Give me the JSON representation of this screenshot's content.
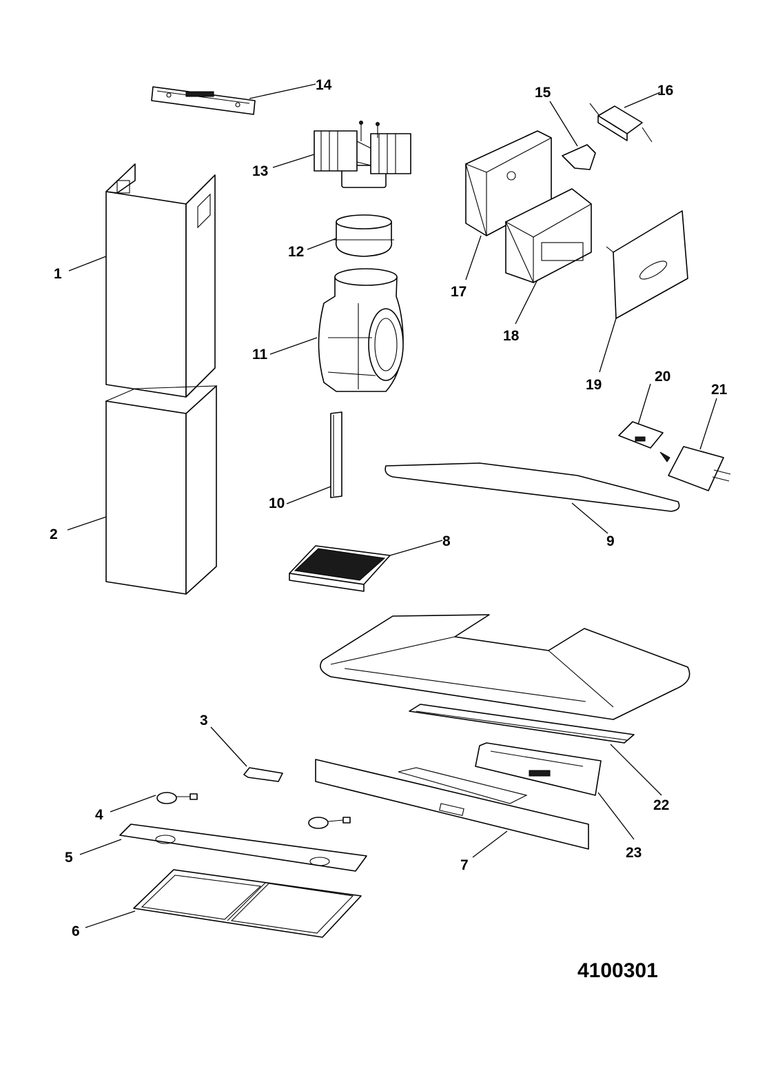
{
  "document_number": "4100301",
  "callouts": {
    "c1": "1",
    "c2": "2",
    "c3": "3",
    "c4": "4",
    "c5": "5",
    "c6": "6",
    "c7": "7",
    "c8": "8",
    "c9": "9",
    "c10": "10",
    "c11": "11",
    "c12": "12",
    "c13": "13",
    "c14": "14",
    "c15": "15",
    "c16": "16",
    "c17": "17",
    "c18": "18",
    "c19": "19",
    "c20": "20",
    "c21": "21",
    "c22": "22",
    "c23": "23"
  },
  "colors": {
    "line": "#000000",
    "fill": "#ffffff",
    "filter_mesh": "#1a1a1a"
  }
}
